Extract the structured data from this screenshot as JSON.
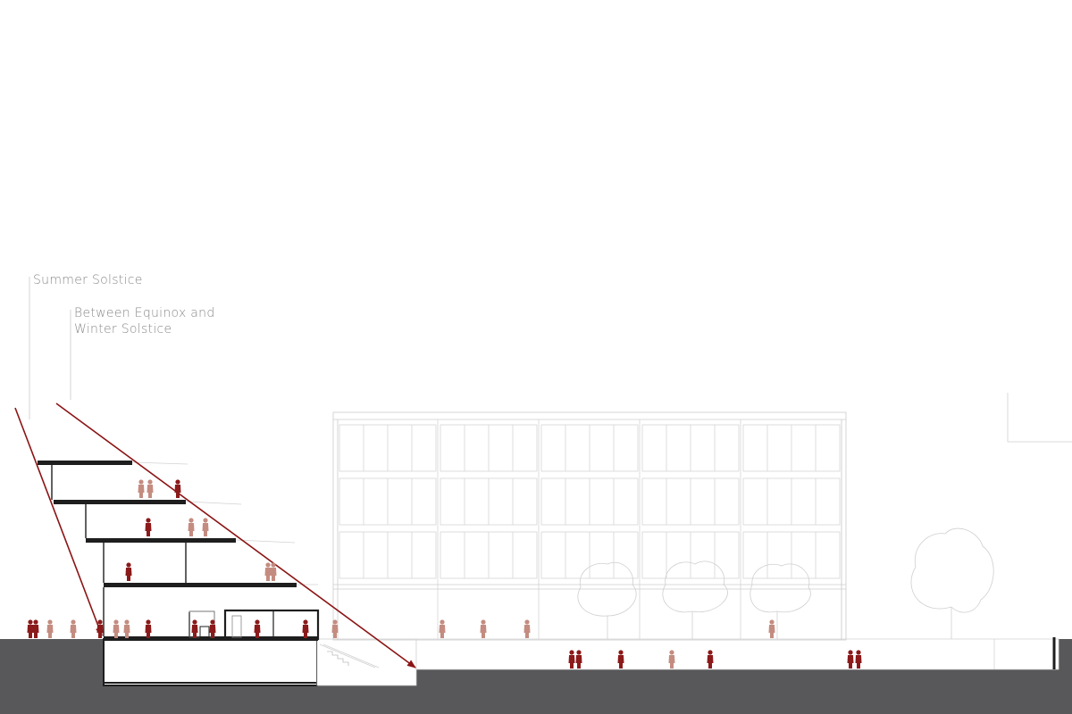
{
  "annotations": {
    "summer_solstice": "Summer Solstice",
    "between_equinox_line1": "Between Equinox and",
    "between_equinox_line2": "Winter Solstice"
  },
  "colors": {
    "ground": "#58585a",
    "slab": "#1e1e1e",
    "sun_ray": "#8b1414",
    "figure_dark": "#8b1a1a",
    "figure_light": "#c48c80",
    "elevation_line": "#bdbdbd"
  },
  "icons": [
    "sun-ray-arrow",
    "person-figure",
    "tree-outline"
  ]
}
